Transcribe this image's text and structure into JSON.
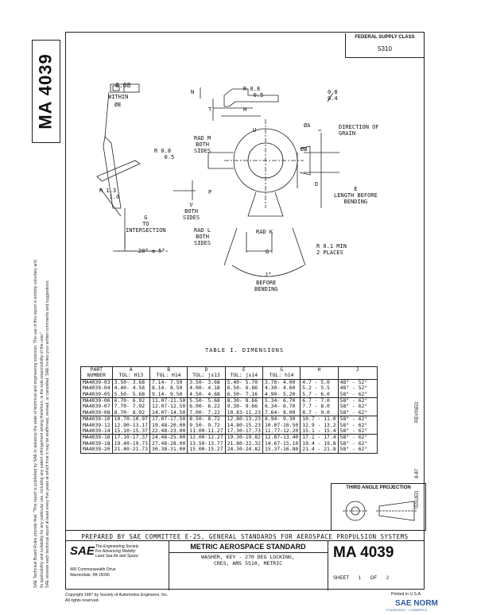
{
  "doc_number": "MA 4039",
  "federal_supply_class": {
    "label": "FEDERAL SUPPLY CLASS",
    "value": "5310"
  },
  "side_notice": [
    "SAE Technical Board Rules provide that: \"This report is published by SAE to advance the state of technical and engineering sciences. The use of this report is entirely voluntary and",
    "its applicability and suitability for any particular use, including any patent infringement arising therefrom, is the sole responsibility of the user.\"",
    "SAE reviews each technical report at least every five years at which time it may be reaffirmed, revised, or cancelled. SAE invites your written comments and suggestions."
  ],
  "drawing": {
    "flatness": "0.08",
    "within": "WITHIN",
    "within_sym": "ØE",
    "r_08_05": "R 0.8\n   0.5",
    "r_13_10": "R 1.3\n   1.0",
    "g_to_intersection": "G\nTO\nINTERSECTION",
    "angle": "20° ± 5°",
    "rad_m": "RAD M\nBOTH\nSIDES",
    "rad_l": "RAD L\nBOTH\nSIDES",
    "v_both": "V\nBOTH\nSIDES",
    "n": "N",
    "t": "T",
    "h": "H",
    "r_05": "R 0.8\n   0.5",
    "r_04": "0.8\n0.4",
    "u": "U",
    "a": "ØA",
    "b": "ØB",
    "p": "P",
    "d": "D",
    "rad_k": "RAD K",
    "g": "G",
    "j_deg": "J°",
    "before_bending": "BEFORE\nBENDING",
    "r_01": "R 0.1 MIN\n2 PLACES",
    "direction_of_grain": "DIRECTION OF\nGRAIN",
    "e_length": "E\nLENGTH BEFORE\nBENDING"
  },
  "table_title": "TABLE I.  DIMENSIONS",
  "table_headers": [
    [
      "PART",
      "NUMBER"
    ],
    [
      "A",
      "TOL: H13"
    ],
    [
      "B",
      "TOL: H14"
    ],
    [
      "D",
      "TOL: js13"
    ],
    [
      "E",
      "TOL: js14"
    ],
    [
      "G",
      "TOL: h14"
    ],
    [
      "H",
      ""
    ],
    [
      "J",
      ""
    ]
  ],
  "table_groups": [
    {
      "parts": "MA4039-03\nMA4039-04\nMA4039-05",
      "a": "3.50- 3.68\n4.40- 4.58\n5.50- 5.68",
      "b": "7.14- 7.50\n8.14- 8.50\n9.14- 9.50",
      "d": "3.50- 3.68\n4.00- 4.18\n4.50- 4.68",
      "e": "5.40- 5.70\n6.50- 6.86\n6.50- 7.16",
      "g": "3.70- 4.00\n4.30- 4.60\n4.90- 5.20",
      "h": "4.7 - 5.0\n5.2 - 5.5\n5.7 - 6.0",
      "j": "48° - 52°\n48° - 52°\n58° - 62°"
    },
    {
      "parts": "MA4039-06\nMA4039-07\nMA4039-08",
      "a": "6.70- 6.92\n7.70- 7.92\n8.70- 8.92",
      "b": "11.07-11.50\n12.07-12.50\n14.07-14.50",
      "d": "5.50- 5.68\n6.00- 6.22\n7.00- 7.22",
      "e": "8.30- 8.66\n9.30- 9.66\n10.83-11.23",
      "g": "5.34- 6.70\n6.34- 6.70\n7.64- 8.00",
      "h": "6.7 - 7.0\n7.7 - 8.0\n8.7 - 9.0",
      "j": "58° - 62°\n58° - 62°\n58° - 62°"
    },
    {
      "parts": "MA4039-10\nMA4039-12\nMA4039-14",
      "a": "10.70-10.97\n12.90-13.17\n15.10-15.37",
      "b": "17.07-17.50\n19.48-20.00\n22.48-23.00",
      "d": "8.50- 8.72\n9.50- 9.72\n11.00-11.27",
      "e": "12.80-13.23\n14.80-15.23\n17.30-17.73",
      "g": "8.94- 9.30\n10.07-10.50\n11.77-12.20",
      "h": "10.7 - 11.0\n12.9 - 13.2\n15.1 - 15.4",
      "j": "58° - 62°\n58° - 62°\n58° - 62°"
    },
    {
      "parts": "MA4039-16\nMA4039-18\nMA4039-20",
      "a": "17.10-17.37\n19.40-19.73\n21.40-21.73",
      "b": "24.48-25.00\n27.48-28.00\n30.38-31.00",
      "d": "12.00-12.27\n13.50-13.77\n15.00-15.27",
      "e": "19.30-19.82\n21.80-22.32\n24.30-24.82",
      "g": "12.87-13.40\n14.67-15.10\n15.37-16.80",
      "h": "17.1 - 17.4\n19.4 - 19.8\n21.4 - 21.8",
      "j": "58° - 62°\n58° - 62°\n58° - 62°"
    }
  ],
  "third_angle_projection": "THIRD ANGLE PROJECTION",
  "revised_label": "REVISED",
  "issued_label": "ISSUED",
  "issued_date": "8-87",
  "prepared_by": "PREPARED BY SAE COMMITTEE E-25, GENERAL STANDARDS FOR AEROSPACE PROPULSION SYSTEMS",
  "sae": {
    "logo": "SAE",
    "tagline": "The Engineering Society\nFor Advancing Mobility\nLand Sea Air and Space",
    "address": "400 Commonwealth Drive\nWarrendale, PA 15096"
  },
  "standard_title": "METRIC AEROSPACE STANDARD",
  "standard_desc": "WASHER, KEY - 270 DEG LOCKING,\nCRES, AMS 5510, METRIC",
  "sheet": {
    "label": "SHEET",
    "num": "1",
    "of": "OF",
    "total": "2"
  },
  "copyright": "Copyright 1987 by Society of Automotive Engineers, Inc.\nAll rights reserved.",
  "printed": "Printed in U.S.A.",
  "watermark": {
    "logo": "SAE NORM",
    "sub": "STANDARDS · COMMERCE"
  }
}
